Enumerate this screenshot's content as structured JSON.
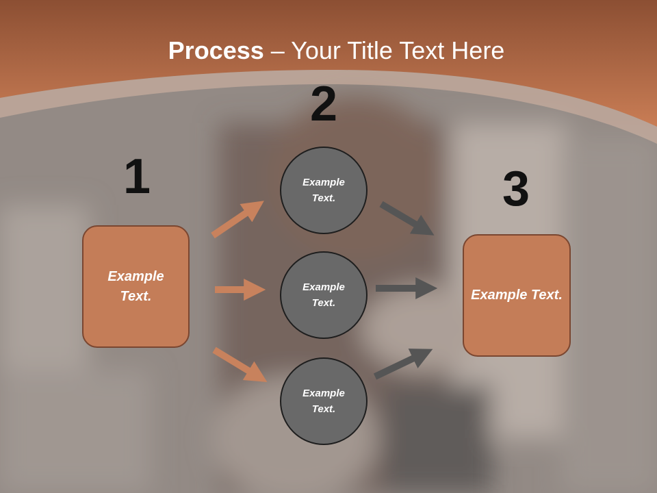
{
  "title": {
    "bold": "Process",
    "rest": " – Your Title Text Here"
  },
  "steps": [
    {
      "number": "1",
      "label": "Example Text."
    },
    {
      "number": "2",
      "items": [
        "Example Text.",
        "Example Text.",
        "Example Text."
      ]
    },
    {
      "number": "3",
      "label": "Example Text."
    }
  ],
  "colors": {
    "header": "#b86b45",
    "box_fill": "#c47d58",
    "circle_fill": "#696969",
    "orange_arrow": "#c8825d",
    "gray_arrow": "#555555"
  }
}
